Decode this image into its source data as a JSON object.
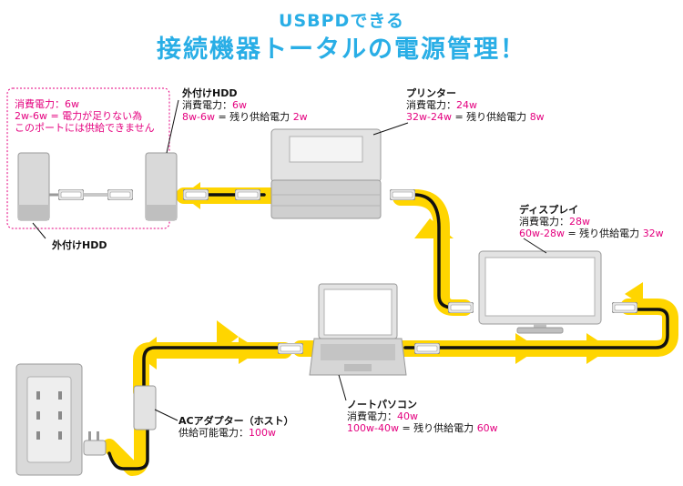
{
  "header": {
    "subtitle": "USBPDできる",
    "title": "接続機器トータルの電源管理！"
  },
  "devices": {
    "hdd_unpowered": {
      "name": "外付けHDD",
      "consumption_label": "消費電力：6w",
      "formula": "2w-6w = 電力が足りない為",
      "note": "このポートには供給できません"
    },
    "hdd": {
      "name": "外付けHDD",
      "consumption_prefix": "消費電力：",
      "consumption_value": "6w",
      "formula": "8w-6w",
      "remaining_prefix": " = 残り供給電力 ",
      "remaining_value": "2w"
    },
    "printer": {
      "name": "プリンター",
      "consumption_prefix": "消費電力：",
      "consumption_value": "24w",
      "formula": "32w-24w",
      "remaining_prefix": " = 残り供給電力 ",
      "remaining_value": "8w"
    },
    "display": {
      "name": "ディスプレイ",
      "consumption_prefix": "消費電力：",
      "consumption_value": "28w",
      "formula": "60w-28w",
      "remaining_prefix": " = 残り供給電力 ",
      "remaining_value": "32w"
    },
    "laptop": {
      "name": "ノートパソコン",
      "consumption_prefix": "消費電力：",
      "consumption_value": "40w",
      "formula": "100w-40w",
      "remaining_prefix": " = 残り供給電力 ",
      "remaining_value": "60w"
    },
    "adapter": {
      "name": "ACアダプター（ホスト）",
      "supply_prefix": "供給可能電力：",
      "supply_value": "100w"
    }
  },
  "colors": {
    "accent_blue": "#29aee6",
    "highlight_pink": "#e4007f",
    "flow_yellow": "#ffd500",
    "device_gray": "#d9d9d9"
  }
}
